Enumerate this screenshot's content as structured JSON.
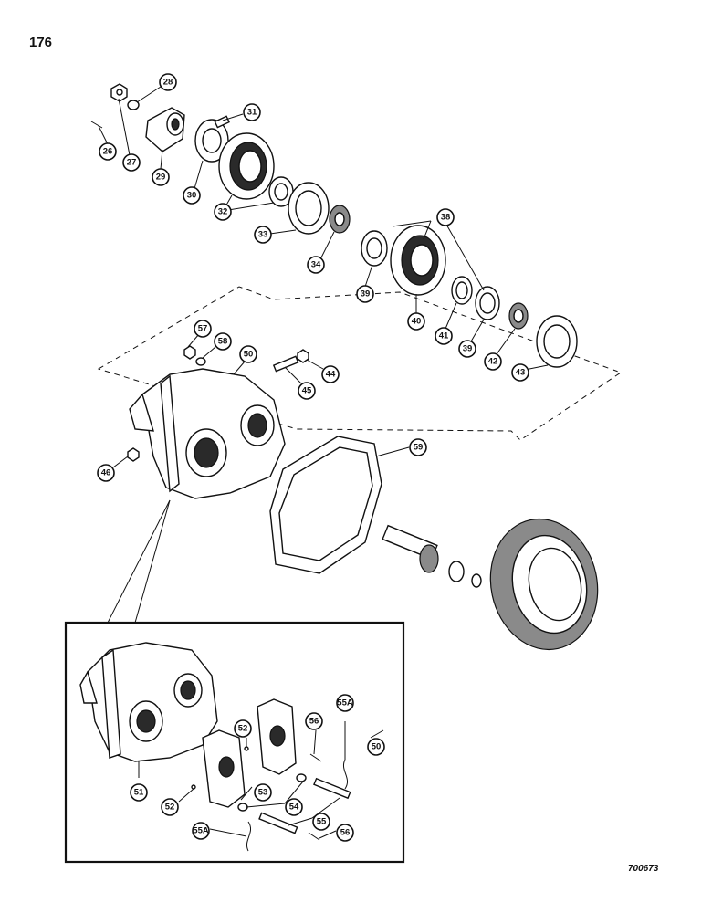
{
  "page_number": "176",
  "figure_code": "700673",
  "callouts": [
    "28",
    "31",
    "26",
    "27",
    "29",
    "30",
    "32",
    "33",
    "34",
    "38",
    "39",
    "40",
    "41",
    "39",
    "42",
    "43",
    "57",
    "58",
    "50",
    "44",
    "45",
    "46",
    "59",
    "55A",
    "52",
    "56",
    "50",
    "51",
    "52",
    "53",
    "54",
    "55",
    "55A",
    "56"
  ]
}
